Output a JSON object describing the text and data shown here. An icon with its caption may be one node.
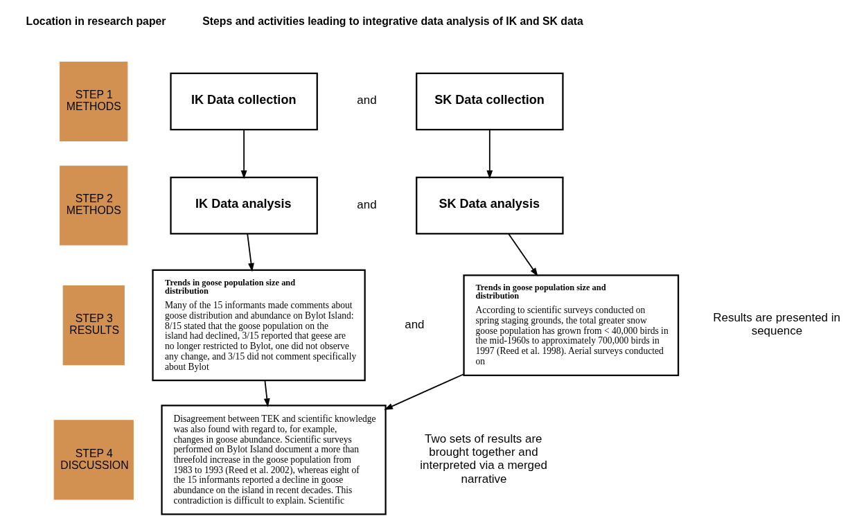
{
  "diagram": {
    "nodes": [
      {
        "text": [
          "STEP 1 METHODS"
        ]
      },
      {
        "text": [
          "STEP 2 METHODS"
        ]
      },
      {
        "text": [
          "STEP 3 RESULTS"
        ]
      },
      {
        "text": [
          "STEP 4 DISCUSSION"
        ]
      },
      {
        "text": [
          "IK Data collection"
        ]
      },
      {
        "text": [
          "SK Data collection"
        ]
      },
      {
        "text": [
          "IK Data analysis"
        ]
      },
      {
        "text": [
          "SK Data analysis"
        ]
      },
      {
        "text": [
          "Trends in goose population size and distribution",
          "Many of the 15 informants made comments about goose distribution and abundance on Bylot Island: 8/15 stated that the goose population on the island had declined, 3/15 reported that geese are no longer restricted to Bylot, one did not observe any change, and 3/15 did not comment specifically about Bylot"
        ]
      },
      {
        "text": [
          "Trends in goose population size and distribution",
          "According to scientific surveys conducted on spring staging grounds, the total greater snow goose population has grown from < 40,000 birds in the mid-1960s to approximately 700,000 birds in 1997 (Reed et al. 1998). Aerial surveys conducted on"
        ]
      },
      {
        "text": [
          "Disagreement between TEK and scientific knowledge was also found with regard to, for example, changes in goose abundance. Scientific surveys performed on Bylot Island document a more than threefold increase in the goose population from 1983 to 1993 (Reed et al. 2002), whereas eight of the 15 informants reported a decline in goose abundance on the island in recent decades. This contradiction is difficult to explain. Scientific"
        ]
      }
    ],
    "edges": [
      {
        "from": 4,
        "to": 6,
        "arrow": "to"
      },
      {
        "from": 5,
        "to": 7,
        "arrow": "to"
      },
      {
        "from": 6,
        "to": 8,
        "arrow": "to"
      },
      {
        "from": 7,
        "to": 9,
        "arrow": "to"
      },
      {
        "from": 8,
        "to": 10,
        "arrow": "to"
      },
      {
        "from": 9,
        "to": 10,
        "arrow": "to"
      }
    ],
    "labels": [
      "Location in research paper",
      "Steps and activities leading to integrative data analysis of IK and SK data",
      "and",
      "and",
      "and",
      "Results are presented in sequence",
      "Two sets of results are brought together and interpreted via a merged narrative"
    ]
  }
}
